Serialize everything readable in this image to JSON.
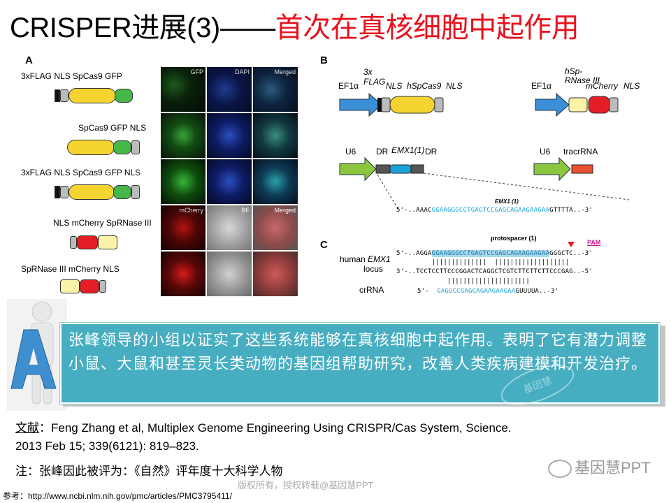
{
  "title": {
    "black": "CRISPER进展(3)——",
    "red": "首次在真核细胞中起作用"
  },
  "panelA": {
    "label": "A",
    "constructs": [
      {
        "labels": "3xFLAG NLS SpCas9 GFP"
      },
      {
        "labels": "SpCas9 GFP NLS"
      },
      {
        "labels": "3xFLAG NLS SpCas9 GFP NLS"
      },
      {
        "labels": "NLS mCherry SpRNase III"
      },
      {
        "labels": "SpRNase III mCherry NLS"
      }
    ],
    "micro_captions": [
      "GFP",
      "DAPI",
      "Merged",
      "mCherry",
      "BF",
      "Merged"
    ]
  },
  "panelB": {
    "label": "B",
    "ef1a_1": "EF1α",
    "ef1a_2": "3x",
    "flag": "FLAG",
    "nls1": "NLS",
    "hspcas9": "hSpCas9",
    "nls2": "NLS",
    "ef1a_b": "EF1α",
    "hsp_rnase": "hSp-\nRNase III",
    "mcherry": "mCherry",
    "nls_b": "NLS",
    "u6_1": "U6",
    "dr1": "DR",
    "emx1": "EMX1(1)",
    "dr2": "DR",
    "u6_2": "U6",
    "tracrrna": "tracrRNA",
    "emx1_label": "EMX1 (1)",
    "seq_label": "5'-",
    "seq_prefix": "5'-..AAAC",
    "seq_gray1": "",
    "seq_blue": "GGAAGGGCCTGAGTCCGAGCAGAAGAAGAA",
    "seq_gray2": "G",
    "seq_suffix": "TTTTA..-3'"
  },
  "panelC": {
    "label": "C",
    "protospacer": "protospacer (1)",
    "pam": "PAM",
    "human": "human",
    "emx1_italic": "EMX1",
    "locus": "locus",
    "crrna": "crRNA",
    "top_prefix": "5'-..AGGA",
    "top_gray": "",
    "top_blue": "GGAAGGGCCTGAGTCCGAGCAGAAGAAGAA",
    "top_suffix": "GGGCTC..-3'",
    "bars1": "         ||||||||||||||  |||||||||||||||||||",
    "bottom": "3'-..TCCTCCTTCCCGGACTCAGGCTCGTCTTCTTCTTCCCGAG..-5'",
    "bars2": "             |||||||||||||||||||||",
    "cr_prefix": "5'-  ",
    "cr_blue": "GAGUCCGAGCAGAAGAAGAA",
    "cr_suffix": "GUUUUA..-3'"
  },
  "callout": {
    "text": "张峰领导的小组以证实了这些系统能够在真核细胞中起作用。表明了它有潜力调整小鼠、大鼠和甚至灵长类动物的基因组帮助研究，改善人类疾病建模和开发治疗。"
  },
  "reference": {
    "label": "文献",
    "text1": "：Feng Zhang et al, Multiplex Genome Engineering Using CRISPR/Cas System, Science.",
    "text2": "2013 Feb 15; 339(6121): 819–823."
  },
  "note": {
    "text": "注：张峰因此被评为：《自然》评年度十大科学人物"
  },
  "footer": {
    "ref": "参考：http://www.ncbi.nlm.nih.gov/pmc/articles/PMC3795411/",
    "copyright": "版权所有，授权转载@基因慧PPT"
  },
  "watermark": {
    "brand": "基因慧PPT",
    "stamp": "基因慧"
  },
  "colors": {
    "title_red": "#e8111c",
    "callout_bg": "#47aec2",
    "cas9": "#f5d432",
    "gfp": "#45b849",
    "mcherry": "#e31e24",
    "rnase": "#fbf3a8",
    "ef1a_arrow": "#3b8fd6",
    "u6_arrow": "#8cc63f",
    "seq_blue": "#1aa3d9"
  }
}
